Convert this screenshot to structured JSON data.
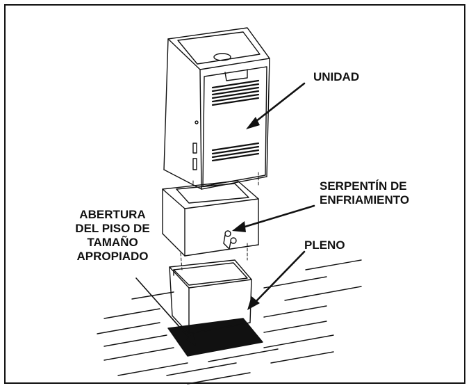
{
  "labels": {
    "unidad": [
      "UNIDAD"
    ],
    "serpentin": [
      "SERPENTÍN DE",
      "ENFRIAMIENTO"
    ],
    "abertura": [
      "ABERTURA",
      "DEL PISO DE",
      "TAMAÑO",
      "APROPIADO"
    ],
    "pleno": [
      "PLENO"
    ]
  },
  "colors": {
    "line": "#111111",
    "floor_opening": "#111111",
    "background": "#ffffff"
  }
}
